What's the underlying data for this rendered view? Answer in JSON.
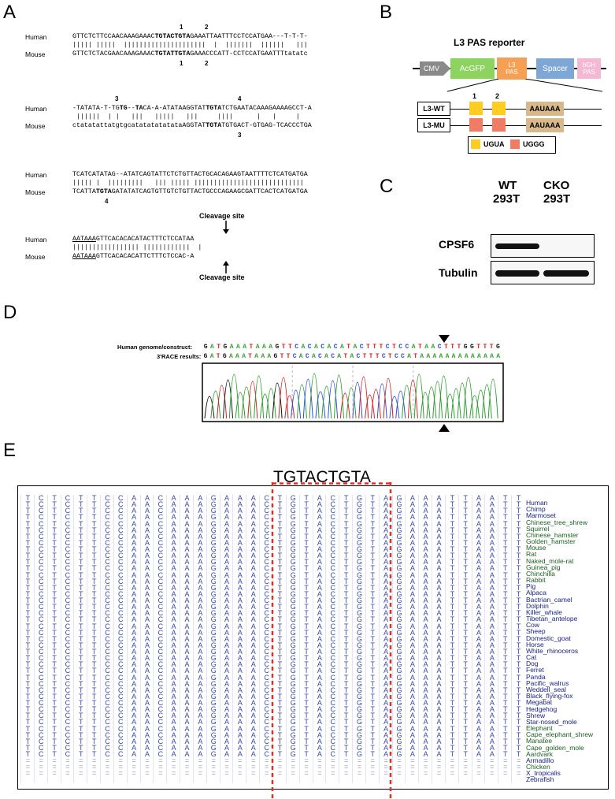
{
  "panels": {
    "a": "A",
    "b": "B",
    "c": "C",
    "d": "D",
    "e": "E"
  },
  "panelA": {
    "human": "Human",
    "mouse": "Mouse",
    "block1": {
      "top_nums": [
        "1",
        "2"
      ],
      "bot_nums": [
        "1",
        "2"
      ],
      "h_pre": "GTTCTCTTCCAACAAAGAAAC",
      "h_b1": "TGTACTGTA",
      "h_post": "GAAATTAATTTCCTCCATGAA---T-T-T-",
      "match": "||||| |||||  |||||||||||||||||||||  |  |||||||  ||||||   |||",
      "m_pre": "GTTCTCTACGAACAAAGAAAC",
      "m_b1": "TGTATTGTA",
      "m_post": "GAAACCCATT-CCTCCATGAATTTtatatc"
    },
    "block2": {
      "top_nums": [
        "3",
        "4"
      ],
      "bot_nums": [
        "3"
      ],
      "h_a": "-TATATA-T-TG",
      "h_b": "TG",
      "h_c": "--",
      "h_d": "TA",
      "h_e": "CA-A-ATATAAGGTAT",
      "h_f": "TGTA",
      "h_g": "TCTGAATACAAAGAAAAGCCT-A",
      "match": " ||||||  | |   |||   |||||   |||     ||||      |   |     |",
      "m_a": "ctatatattatgtgcatatatatatataAGGTAT",
      "m_f": "TGTA",
      "m_g": "TGTGACT-GTGAG-TCACCCTGA"
    },
    "block3": {
      "bot_num": "4",
      "h": "TCATCATATAG--ATATCAGTATTCTCTGTTACTGCACAGAAGTAATTTTCTCATGATGA",
      "match": "||||| |  |||||||||   ||| ||||| ||||||||||||||||||||||||||||",
      "m_a": "TCATTA",
      "m_b": "TGTA",
      "m_c": "GATATATCAGTGTTGTCTGTTACTGCCCAGAAGCGATTCACTCATGATGA"
    },
    "block4": {
      "cleavage_top": "Cleavage site",
      "cleavage_bot": "Cleavage site",
      "h_u": "AATAAA",
      "h": "GTTCACACACATACTTTCTCCATAA",
      "match": "||||||||||||||||| ||||||||||||  |",
      "m_u": "AATAAA",
      "m": "GTTCACACACATTCTTTCTCCAC-A"
    }
  },
  "panelB": {
    "title": "L3 PAS reporter",
    "cmv": "CMV",
    "acgfp": "AcGFP",
    "l3pas": "L3 PAS",
    "spacer": "Spacer",
    "bgh": "bGH PAS",
    "wt": "L3-WT",
    "mu": "L3-MU",
    "aauaaa": "AAUAAA",
    "n1": "1",
    "n2": "2",
    "legend_ugua": "UGUA",
    "legend_uggg": "UGGG",
    "colors": {
      "cmv": "#8a8a8a",
      "acgfp": "#8dd35f",
      "l3": "#f5a055",
      "spacer": "#7fa7d6",
      "bgh": "#f3b8d4",
      "aauaaa": "#d8b98c",
      "ugua": "#ffcc22",
      "uggg": "#f07c66"
    }
  },
  "panelC": {
    "col1": "WT",
    "col1b": "293T",
    "col2": "CKO",
    "col2b": "293T",
    "row1": "CPSF6",
    "row2": "Tubulin"
  },
  "panelD": {
    "label1": "Human genome/construct:",
    "label2": "3'RACE results:",
    "seq1": "GATGAAATAAAGTTCACACACATACTTTCTCCATAACTTTGGTTTG",
    "seq2": "GATGAAATAAAGTTCACACACATACTTTCTCCATAAAAAAAAAAAAA"
  },
  "panelE": {
    "motif": "TGTACTGTA",
    "species": [
      {
        "name": "Human",
        "color": "#1a237e"
      },
      {
        "name": "Chimp",
        "color": "#1a237e"
      },
      {
        "name": "Marmoset",
        "color": "#1a237e"
      },
      {
        "name": "Chinese_tree_shrew",
        "color": "#1b5e20"
      },
      {
        "name": "Squirrel",
        "color": "#1b5e20"
      },
      {
        "name": "Chinese_hamster",
        "color": "#1b5e20"
      },
      {
        "name": "Golden_hamster",
        "color": "#1b5e20"
      },
      {
        "name": "Mouse",
        "color": "#1b5e20"
      },
      {
        "name": "Rat",
        "color": "#1b5e20"
      },
      {
        "name": "Naked_mole-rat",
        "color": "#1b5e20"
      },
      {
        "name": "Guinea_pig",
        "color": "#1b5e20"
      },
      {
        "name": "Chinchilla",
        "color": "#1b5e20"
      },
      {
        "name": "Rabbit",
        "color": "#1b5e20"
      },
      {
        "name": "Pig",
        "color": "#1a237e"
      },
      {
        "name": "Alpaca",
        "color": "#1a237e"
      },
      {
        "name": "Bactrian_camel",
        "color": "#1a237e"
      },
      {
        "name": "Dolphin",
        "color": "#1a237e"
      },
      {
        "name": "Killer_whale",
        "color": "#1a237e"
      },
      {
        "name": "Tibetan_antelope",
        "color": "#1a237e"
      },
      {
        "name": "Cow",
        "color": "#1a237e"
      },
      {
        "name": "Sheep",
        "color": "#1a237e"
      },
      {
        "name": "Domestic_goat",
        "color": "#1a237e"
      },
      {
        "name": "Horse",
        "color": "#1a237e"
      },
      {
        "name": "White_rhinoceros",
        "color": "#1a237e"
      },
      {
        "name": "Cat",
        "color": "#1a237e"
      },
      {
        "name": "Dog",
        "color": "#1a237e"
      },
      {
        "name": "Ferret",
        "color": "#1a237e"
      },
      {
        "name": "Panda",
        "color": "#1a237e"
      },
      {
        "name": "Pacific_walrus",
        "color": "#1a237e"
      },
      {
        "name": "Weddell_seal",
        "color": "#1a237e"
      },
      {
        "name": "Black_flying-fox",
        "color": "#1a237e"
      },
      {
        "name": "Megabat",
        "color": "#1a237e"
      },
      {
        "name": "Hedgehog",
        "color": "#1a237e"
      },
      {
        "name": "Shrew",
        "color": "#1a237e"
      },
      {
        "name": "Star-nosed_mole",
        "color": "#1a237e"
      },
      {
        "name": "Elephant",
        "color": "#1b5e20"
      },
      {
        "name": "Cape_elephant_shrew",
        "color": "#1b5e20"
      },
      {
        "name": "Manatee",
        "color": "#1b5e20"
      },
      {
        "name": "Cape_golden_mole",
        "color": "#1b5e20"
      },
      {
        "name": "Aardvark",
        "color": "#1b5e20"
      },
      {
        "name": "Armadillo",
        "color": "#1a237e"
      },
      {
        "name": "Chicken",
        "color": "#1b5e20"
      },
      {
        "name": "X_tropicalis",
        "color": "#1a237e"
      },
      {
        "name": "Zebrafish",
        "color": "#1a237e"
      }
    ],
    "columns": [
      "T",
      "C",
      "T",
      "C",
      "T",
      "T",
      "C",
      "C",
      "A",
      "A",
      "C",
      "A",
      "A",
      "A",
      "G",
      "A",
      "A",
      "A",
      "C",
      "T",
      "G",
      "T",
      "A",
      "C",
      "T",
      "G",
      "T",
      "A",
      "G",
      "A",
      "A",
      "A",
      "T",
      "T",
      "A",
      "A",
      "T",
      "T"
    ]
  }
}
